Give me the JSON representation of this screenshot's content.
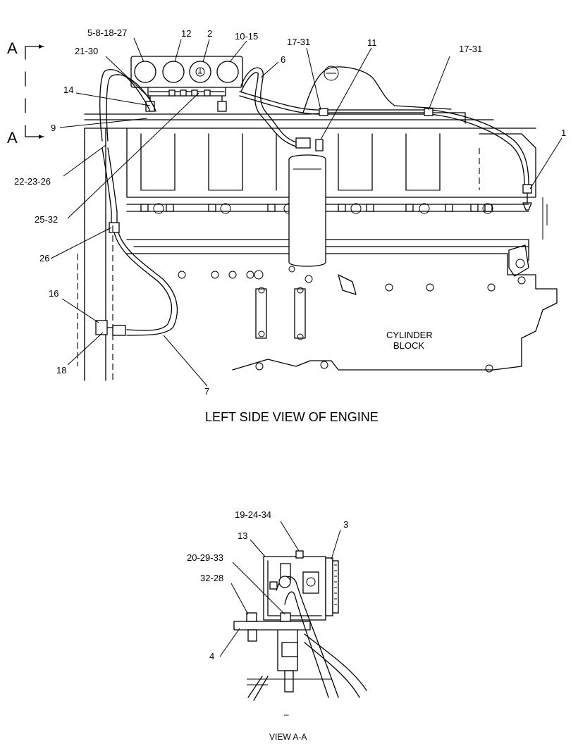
{
  "views": {
    "main_title": "LEFT SIDE VIEW OF ENGINE",
    "detail_title": "VIEW A-A",
    "block_label_line1": "CYLINDER",
    "block_label_line2": "BLOCK",
    "section_marker": "A",
    "detail_dash": "–"
  },
  "callouts_main": [
    {
      "id": "c-5-8-18-27",
      "text": "5-8-18-27"
    },
    {
      "id": "c-12",
      "text": "12"
    },
    {
      "id": "c-2",
      "text": "2"
    },
    {
      "id": "c-10-15",
      "text": "10-15"
    },
    {
      "id": "c-21-30",
      "text": "21-30"
    },
    {
      "id": "c-17-31-a",
      "text": "17-31"
    },
    {
      "id": "c-11",
      "text": "11"
    },
    {
      "id": "c-17-31-b",
      "text": "17-31"
    },
    {
      "id": "c-6",
      "text": "6"
    },
    {
      "id": "c-14",
      "text": "14"
    },
    {
      "id": "c-9",
      "text": "9"
    },
    {
      "id": "c-1",
      "text": "1"
    },
    {
      "id": "c-22-23-26",
      "text": "22-23-26"
    },
    {
      "id": "c-25-32",
      "text": "25-32"
    },
    {
      "id": "c-26",
      "text": "26"
    },
    {
      "id": "c-16",
      "text": "16"
    },
    {
      "id": "c-18",
      "text": "18"
    },
    {
      "id": "c-7",
      "text": "7"
    }
  ],
  "callouts_detail": [
    {
      "id": "d-19-24-34",
      "text": "19-24-34"
    },
    {
      "id": "d-3",
      "text": "3"
    },
    {
      "id": "d-13",
      "text": "13"
    },
    {
      "id": "d-20-29-33",
      "text": "20-29-33"
    },
    {
      "id": "d-32-28",
      "text": "32-28"
    },
    {
      "id": "d-4",
      "text": "4"
    }
  ]
}
